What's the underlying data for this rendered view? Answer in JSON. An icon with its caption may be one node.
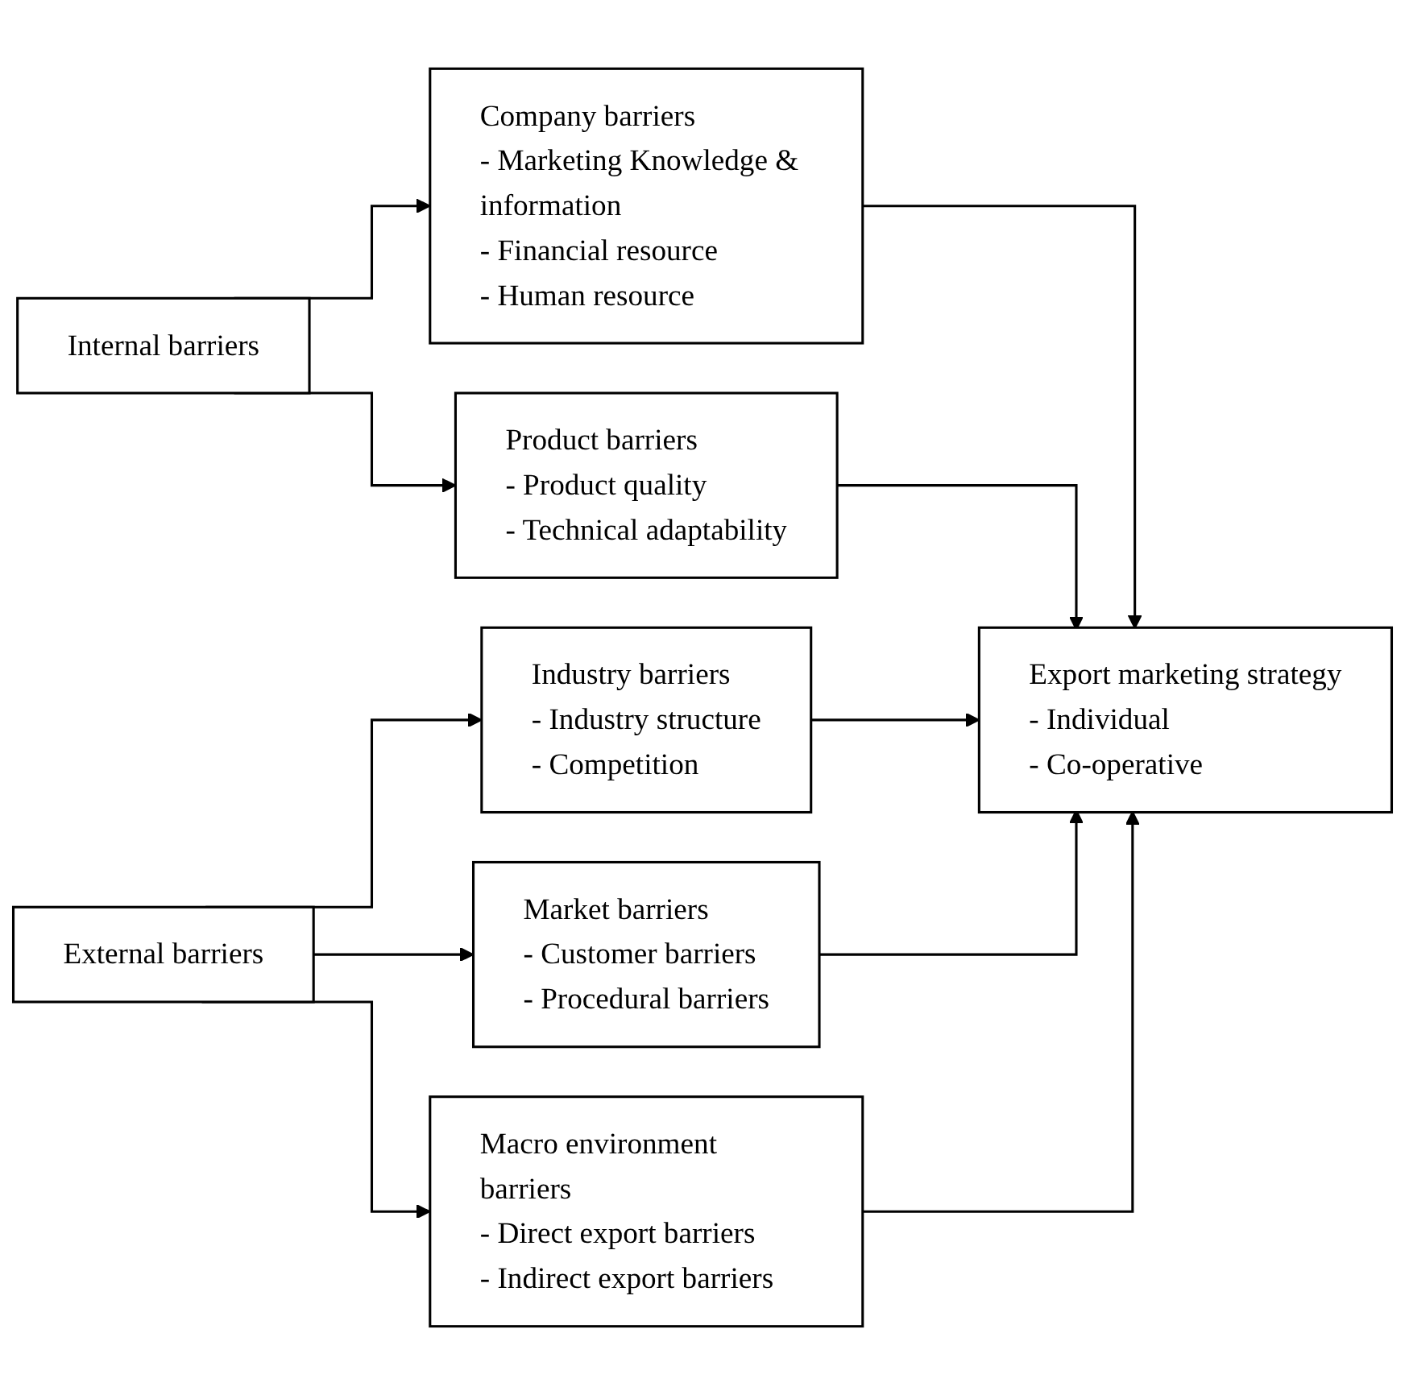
{
  "diagram": {
    "nodes": [
      {
        "text": [
          "Internal barriers"
        ]
      },
      {
        "text": [
          "Company barriers",
          "- Marketing Knowledge & information",
          "- Financial resource",
          "- Human resource"
        ]
      },
      {
        "text": [
          "Product barriers",
          "- Product quality",
          "- Technical adaptability"
        ]
      },
      {
        "text": [
          "External barriers"
        ]
      },
      {
        "text": [
          "Industry barriers",
          "- Industry structure",
          "- Competition"
        ]
      },
      {
        "text": [
          "Market barriers",
          "- Customer barriers",
          "- Procedural barriers"
        ]
      },
      {
        "text": [
          "Macro environment barriers",
          "- Direct export barriers",
          "- Indirect export barriers"
        ]
      },
      {
        "text": [
          "Export marketing strategy",
          "- Individual",
          "- Co-operative"
        ]
      }
    ],
    "edges": [
      {
        "from": 0,
        "to": 1,
        "arrow": "to"
      },
      {
        "from": 0,
        "to": 2,
        "arrow": "to"
      },
      {
        "from": 1,
        "to": 7,
        "arrow": "to"
      },
      {
        "from": 2,
        "to": 7,
        "arrow": "to"
      },
      {
        "from": 3,
        "to": 4,
        "arrow": "to"
      },
      {
        "from": 3,
        "to": 5,
        "arrow": "to"
      },
      {
        "from": 3,
        "to": 6,
        "arrow": "to"
      },
      {
        "from": 4,
        "to": 7,
        "arrow": "to"
      },
      {
        "from": 5,
        "to": 7,
        "arrow": "to"
      },
      {
        "from": 6,
        "to": 7,
        "arrow": "to"
      }
    ]
  }
}
